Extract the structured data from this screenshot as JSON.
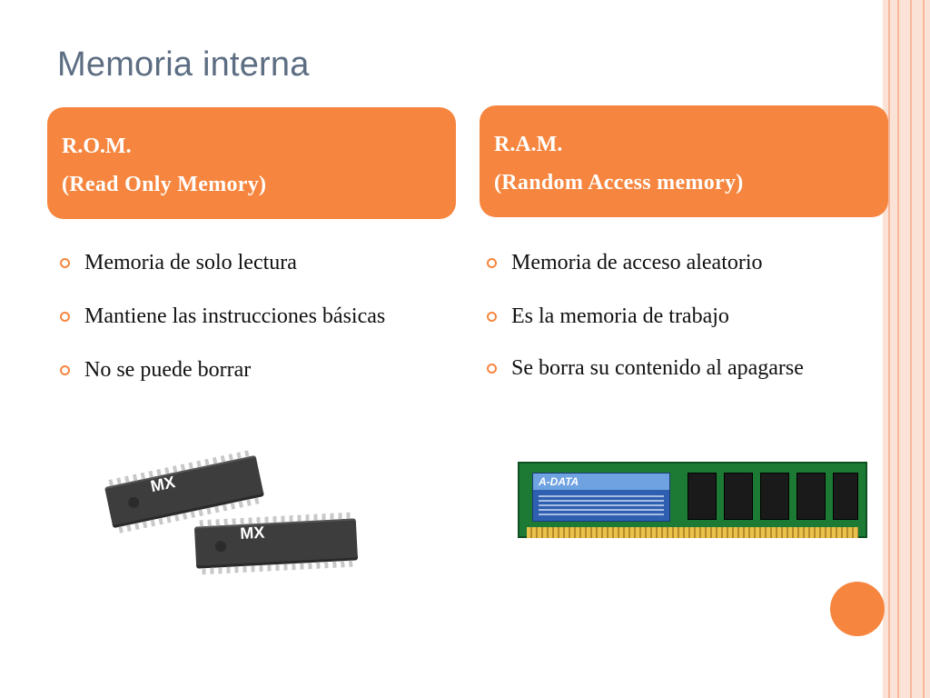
{
  "title": "Memoria interna",
  "rom": {
    "heading_line1": "R.O.M.",
    "heading_line2": "(Read Only Memory)",
    "bullets": [
      "Memoria de solo lectura",
      "Mantiene las instrucciones básicas",
      "No se puede borrar"
    ],
    "chip_brand": "MX"
  },
  "ram": {
    "heading_line1": "R.A.M.",
    "heading_line2": "(Random Access memory)",
    "bullets": [
      "Memoria de acceso aleatorio",
      "Es la memoria de trabajo",
      "Se borra su contenido al apagarse"
    ],
    "module_brand": "A-DATA"
  },
  "colors": {
    "accent": "#f6863f",
    "title": "#5d6e83",
    "stripe_bg": "#fbe2d6",
    "stripe_line": "#f7b79b"
  }
}
